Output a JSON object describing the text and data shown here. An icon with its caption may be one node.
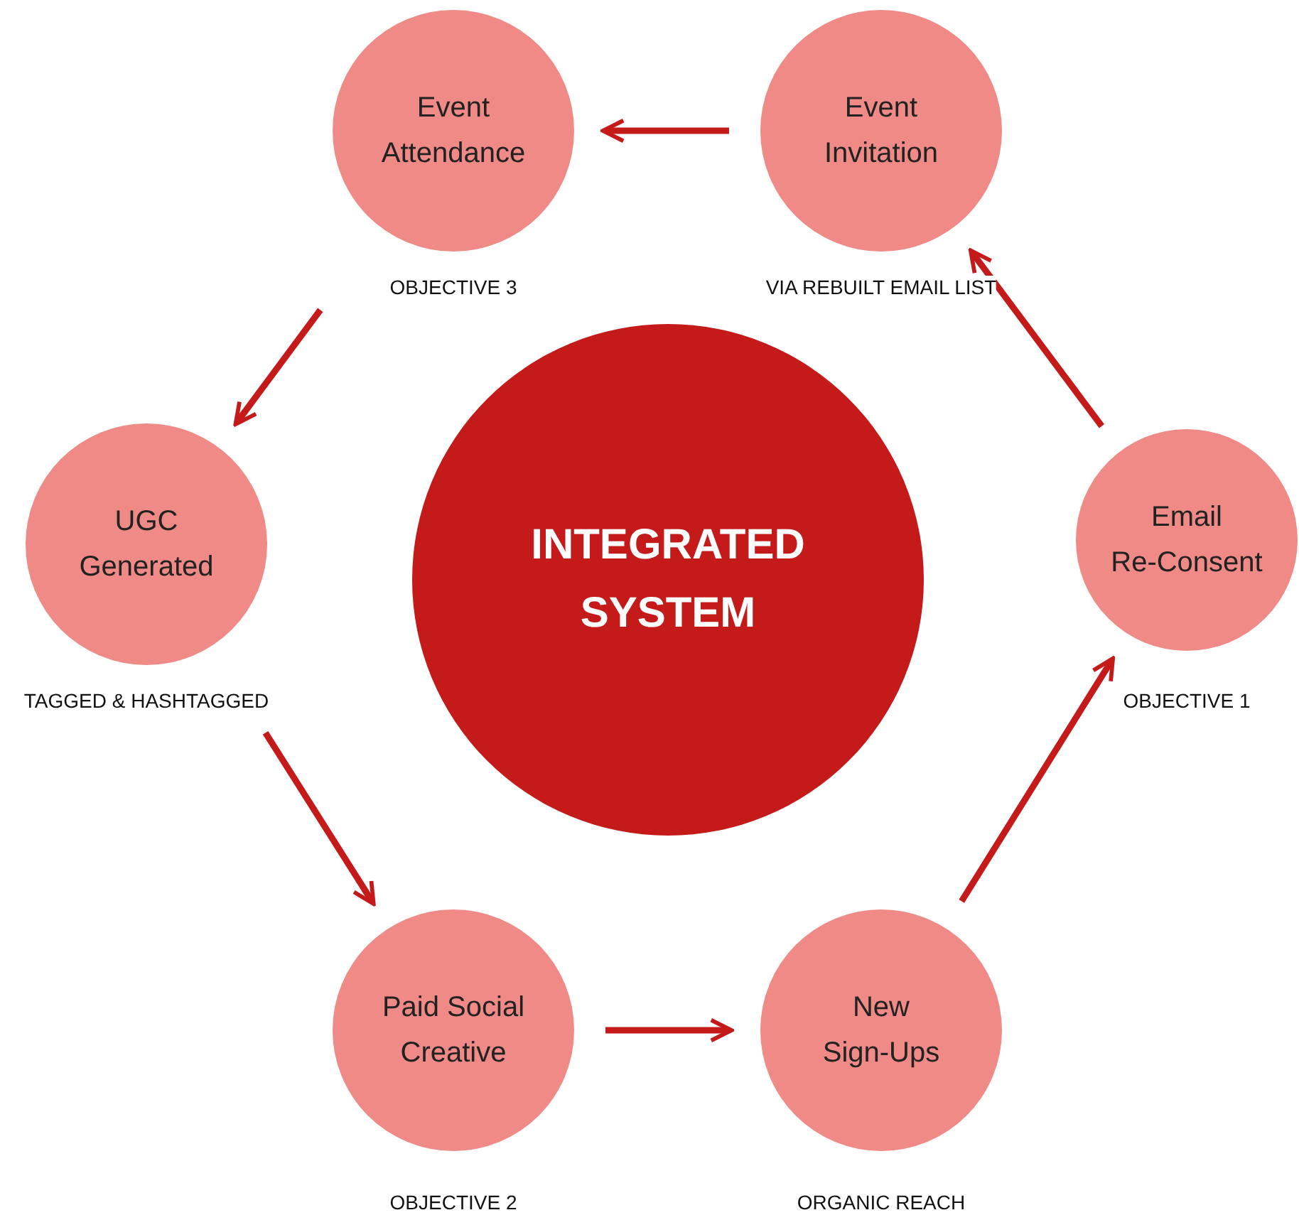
{
  "diagram": {
    "nodes": [
      {
        "text": [
          "Event Attendance"
        ],
        "beside": [
          "OBJECTIVE 3"
        ]
      },
      {
        "text": [
          "Event Invitation"
        ],
        "beside": [
          "VIA REBUILT EMAIL LIST"
        ]
      },
      {
        "text": [
          "UGC Generated"
        ],
        "beside": [
          "TAGGED & HASHTAGGED"
        ]
      },
      {
        "text": [
          "INTEGRATED SYSTEM"
        ]
      },
      {
        "text": [
          "Email Re-Consent"
        ],
        "beside": [
          "OBJECTIVE 1"
        ]
      },
      {
        "text": [
          "Paid Social Creative"
        ],
        "beside": [
          "OBJECTIVE 2"
        ]
      },
      {
        "text": [
          "New Sign-Ups"
        ],
        "beside": [
          "ORGANIC REACH"
        ]
      }
    ],
    "edges": [
      {
        "from": 4,
        "to": 1,
        "arrow": "to"
      },
      {
        "from": 1,
        "to": 0,
        "arrow": "to"
      },
      {
        "from": 0,
        "to": 2,
        "arrow": "to"
      },
      {
        "from": 2,
        "to": 5,
        "arrow": "to"
      },
      {
        "from": 5,
        "to": 6,
        "arrow": "to"
      },
      {
        "from": 6,
        "to": 4,
        "arrow": "to"
      }
    ]
  }
}
